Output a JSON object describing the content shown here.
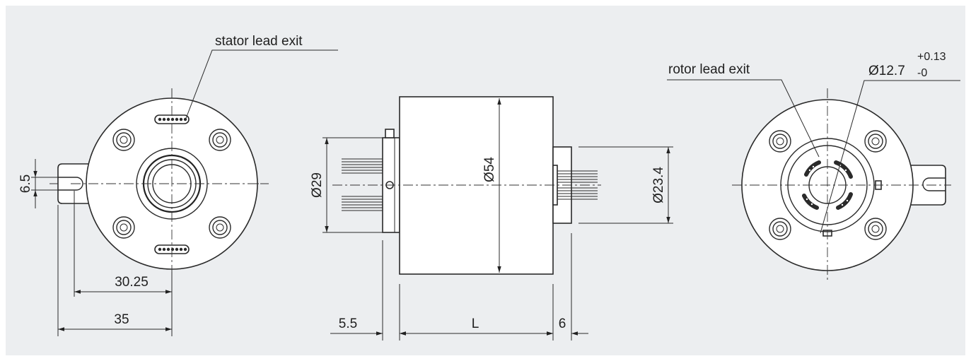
{
  "labels": {
    "stator_lead_exit": "stator lead exit",
    "rotor_lead_exit": "rotor lead exit",
    "bore_diameter": "Ø12.7",
    "bore_tol_upper": "+0.13",
    "bore_tol_lower": "-0"
  },
  "dimensions": {
    "tab_width": "6.5",
    "tab_center": "30.25",
    "tab_outer": "35",
    "stator_dia": "Ø29",
    "body_dia": "Ø54",
    "rotor_dia": "Ø23.4",
    "flange_len": "5.5",
    "body_len": "L",
    "rotor_len": "6"
  },
  "colors": {
    "background": "#eceef0",
    "body_fill": "#ffffff",
    "line": "#2a2a2a"
  }
}
